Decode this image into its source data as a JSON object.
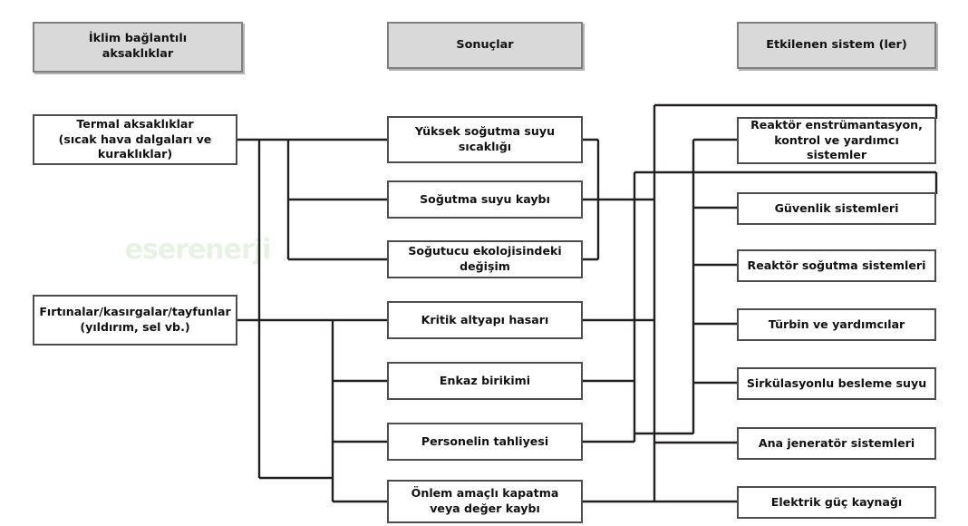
{
  "diagram": {
    "title": "İklim bağlantılı aksaklıklar - Sonuçlar - Etkilenen sistem (ler)",
    "language": "tr",
    "colors": {
      "header_fill": "#d9d9d9",
      "header_border": "#7f7f7f",
      "box_border": "#4d4d4d",
      "box_fill": "#ffffff",
      "wire": "#231f20",
      "background": "#ffffff",
      "watermark": "#e8f2e4"
    },
    "watermark": {
      "text": "eserenerji",
      "sub": ""
    },
    "columns": [
      {
        "id": "col-causes",
        "header": "İklim bağlantılı aksaklıklar",
        "header_lines": [
          "İklim bağlantılı",
          "aksaklıklar"
        ]
      },
      {
        "id": "col-effects",
        "header": "Sonuçlar",
        "header_lines": [
          "Sonuçlar"
        ]
      },
      {
        "id": "col-systems",
        "header": "Etkilenen sistem (ler)",
        "header_lines": [
          "Etkilenen sistem (ler)"
        ]
      }
    ],
    "causes": [
      {
        "id": "cause-thermal",
        "lines": [
          "Termal aksaklıklar",
          "(sıcak hava dalgaları ve kuraklıklar)"
        ]
      },
      {
        "id": "cause-storms",
        "lines": [
          "Fırtınalar/kasırgalar/tayfunlar",
          "(yıldırım, sel vb.)"
        ]
      }
    ],
    "effects": [
      {
        "id": "effect-high-cooling-water-temp",
        "lines": [
          "Yüksek soğutma suyu",
          "sıcaklığı"
        ]
      },
      {
        "id": "effect-cooling-water-loss",
        "lines": [
          "Soğutma suyu kaybı"
        ]
      },
      {
        "id": "effect-coolant-ecology-change",
        "lines": [
          "Soğutucu ekolojisindeki değişim"
        ]
      },
      {
        "id": "effect-critical-infra-damage",
        "lines": [
          "Kritik altyapı hasarı"
        ]
      },
      {
        "id": "effect-debris-accumulation",
        "lines": [
          "Enkaz birikimi"
        ]
      },
      {
        "id": "effect-staff-evacuation",
        "lines": [
          "Personelin tahliyesi"
        ]
      },
      {
        "id": "effect-precautionary-shutdown",
        "lines": [
          "Önlem amaçlı kapatma",
          "veya değer kaybı"
        ]
      }
    ],
    "systems": [
      {
        "id": "sys-reactor-instrumentation",
        "lines": [
          "Reaktör enstrümantasyon,",
          "kontrol ve yardımcı sistemler"
        ]
      },
      {
        "id": "sys-safety",
        "lines": [
          "Güvenlik sistemleri"
        ]
      },
      {
        "id": "sys-reactor-cooling",
        "lines": [
          "Reaktör soğutma sistemleri"
        ]
      },
      {
        "id": "sys-turbine-auxiliaries",
        "lines": [
          "Türbin ve yardımcılar"
        ]
      },
      {
        "id": "sys-circulating-feedwater",
        "lines": [
          "Sirkülasyonlu besleme suyu"
        ]
      },
      {
        "id": "sys-main-generator",
        "lines": [
          "Ana jeneratör sistemleri"
        ]
      },
      {
        "id": "sys-electric-power-supply",
        "lines": [
          "Elektrik güç kaynağı"
        ]
      }
    ]
  }
}
